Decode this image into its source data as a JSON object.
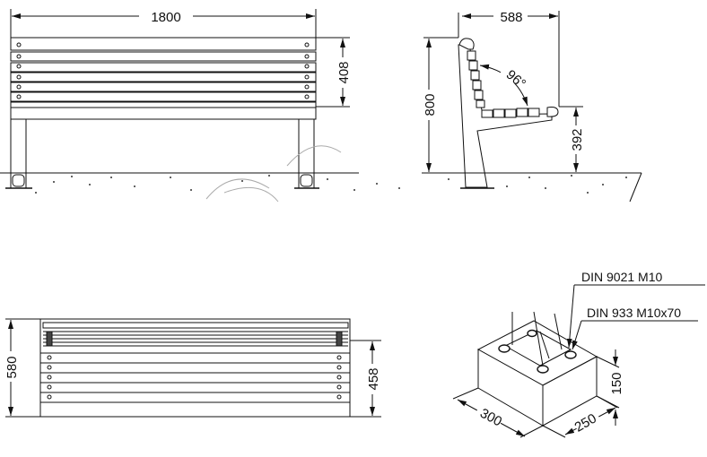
{
  "front_view": {
    "width_label": "1800",
    "backrest_height_label": "408"
  },
  "side_view": {
    "depth_label": "588",
    "total_height_label": "800",
    "seat_height_label": "392",
    "angle_label": "96°"
  },
  "top_view": {
    "depth_label": "580",
    "seat_depth_label": "458"
  },
  "foundation": {
    "washer_label": "DIN 9021 M10",
    "bolt_label": "DIN 933 M10x70",
    "length_label": "300",
    "width_label": "250",
    "height_label": "150"
  }
}
